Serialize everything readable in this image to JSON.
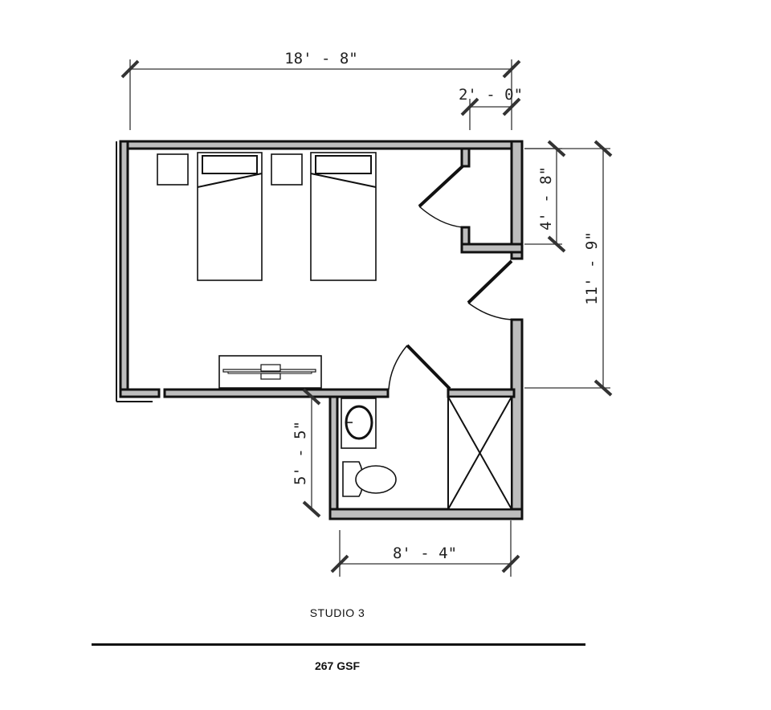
{
  "plan": {
    "name": "STUDIO 3",
    "area": "267 GSF",
    "colors": {
      "wall_fill": "#bdbdbd",
      "wall_line": "#111111",
      "dimension_line": "#333333",
      "background": "#ffffff"
    }
  },
  "dimensions": {
    "overall_width": "18' - 8\"",
    "closet_width": "2' - 0\"",
    "closet_depth": "4' - 8\"",
    "overall_depth": "11' - 9\"",
    "bath_depth": "5' - 5\"",
    "bath_width": "8' - 4\""
  },
  "rooms": [
    {
      "name": "bedroom",
      "furniture": [
        "twin-bed",
        "twin-bed",
        "nightstand",
        "nightstand",
        "desk"
      ]
    },
    {
      "name": "closet",
      "furniture": []
    },
    {
      "name": "bathroom",
      "furniture": [
        "sink",
        "toilet",
        "shower"
      ]
    }
  ]
}
